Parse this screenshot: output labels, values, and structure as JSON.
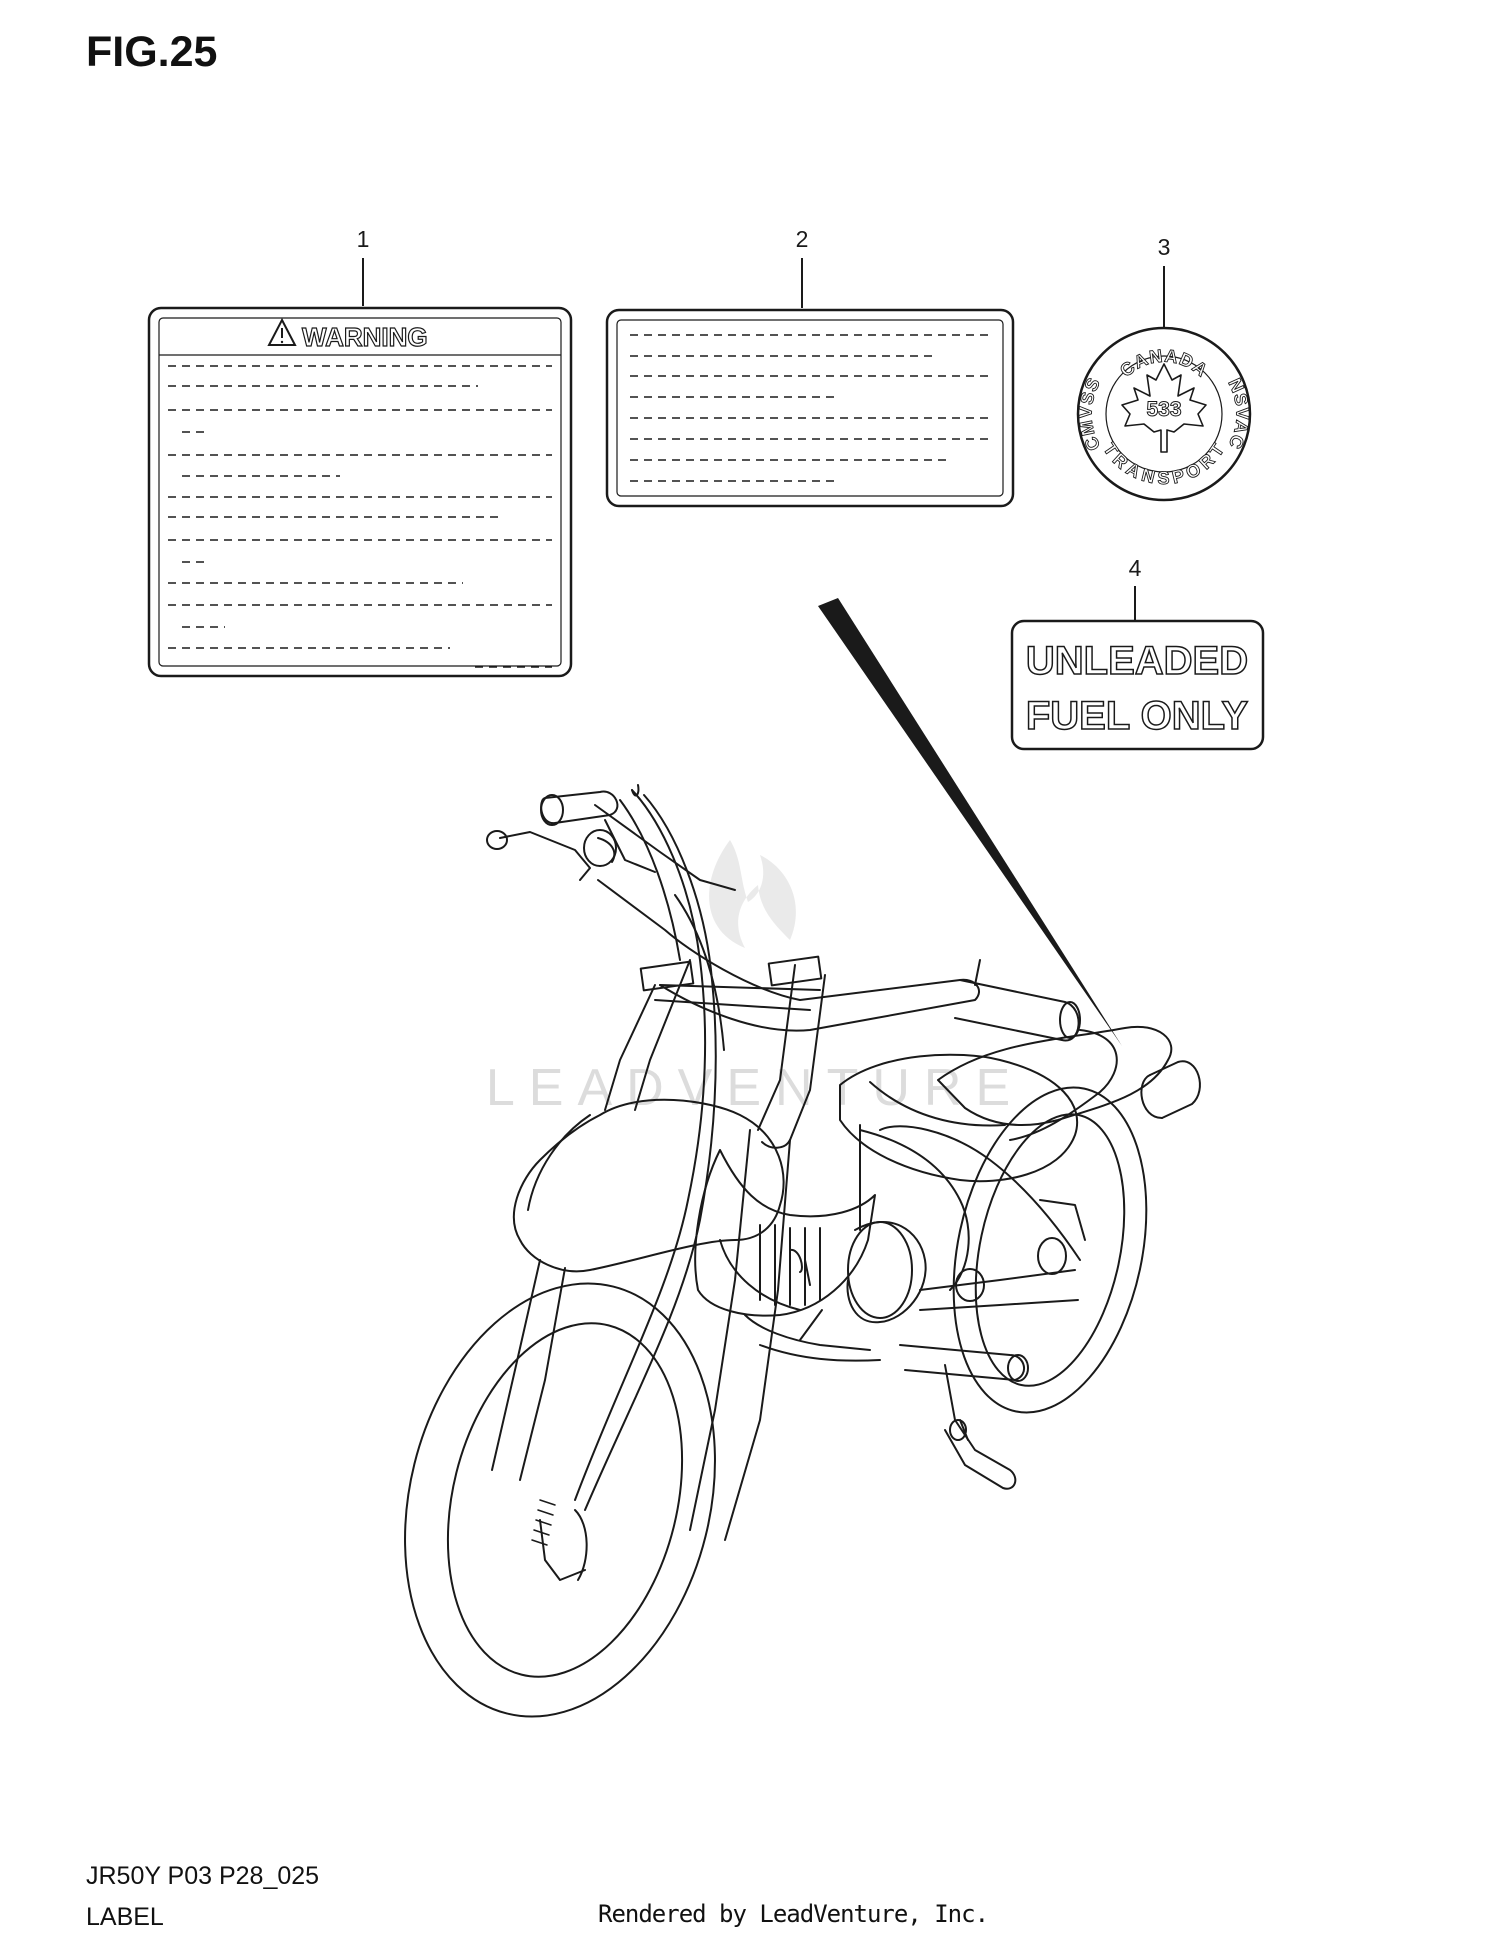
{
  "figure": {
    "title": "FIG.25",
    "code": "JR50Y P03 P28_025",
    "name": "LABEL",
    "credit": "Rendered by LeadVenture, Inc.",
    "watermark": "LEADVENTURE"
  },
  "callouts": [
    {
      "number": "1",
      "label_text": "WARNING"
    },
    {
      "number": "2",
      "label_text": ""
    },
    {
      "number": "3",
      "seal_top": "CANADA",
      "seal_bottom": "TRANSPORT",
      "seal_left": "CMVSS",
      "seal_right": "NSVAC",
      "seal_center": "533"
    },
    {
      "number": "4",
      "line1": "UNLEADED",
      "line2": "FUEL ONLY"
    }
  ],
  "colors": {
    "line": "#1a1a1a",
    "watermark": "#dcdcdc",
    "background": "#ffffff"
  },
  "icons": [
    "warning-triangle-icon",
    "maple-leaf-icon",
    "flame-watermark-icon"
  ]
}
